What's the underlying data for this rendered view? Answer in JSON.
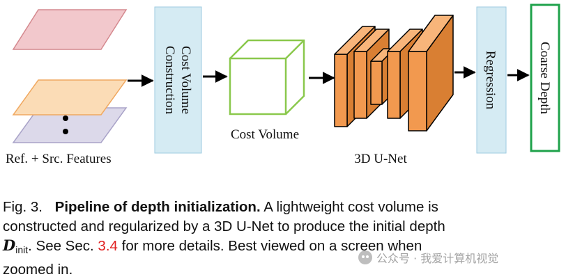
{
  "figure": {
    "features_label": "Ref. + Src. Features",
    "cost_volume_construction": [
      "Cost Volume",
      "Construction"
    ],
    "cost_volume_label": "Cost Volume",
    "unet_label": "3D U-Net",
    "regression_label": "Regression",
    "output_label": "Coarse Depth",
    "colors": {
      "ref_plane": "#f2c8cc",
      "src_plane_orange": "#fbdcb6",
      "src_plane_purple": "#dcd9ea",
      "module_box": "#d5ebf3",
      "cube": "#8ac84c",
      "unet": "#f2994f",
      "output_box": "#1fa24b"
    }
  },
  "caption": {
    "fig_number": "Fig. 3.",
    "title": "Pipeline of depth initialization.",
    "line1_rest": "A lightweight cost volume is",
    "line2": "constructed and regularized by a 3D U-Net to produce the initial depth",
    "math_symbol": "D",
    "math_subscript": "init",
    "line3_pre": ". See Sec.",
    "section_ref": "3.4",
    "line3_post": "for more details. Best viewed on a screen when",
    "line4": "zoomed in."
  },
  "watermark": {
    "text": "公众号 · 我爱计算机视觉"
  }
}
